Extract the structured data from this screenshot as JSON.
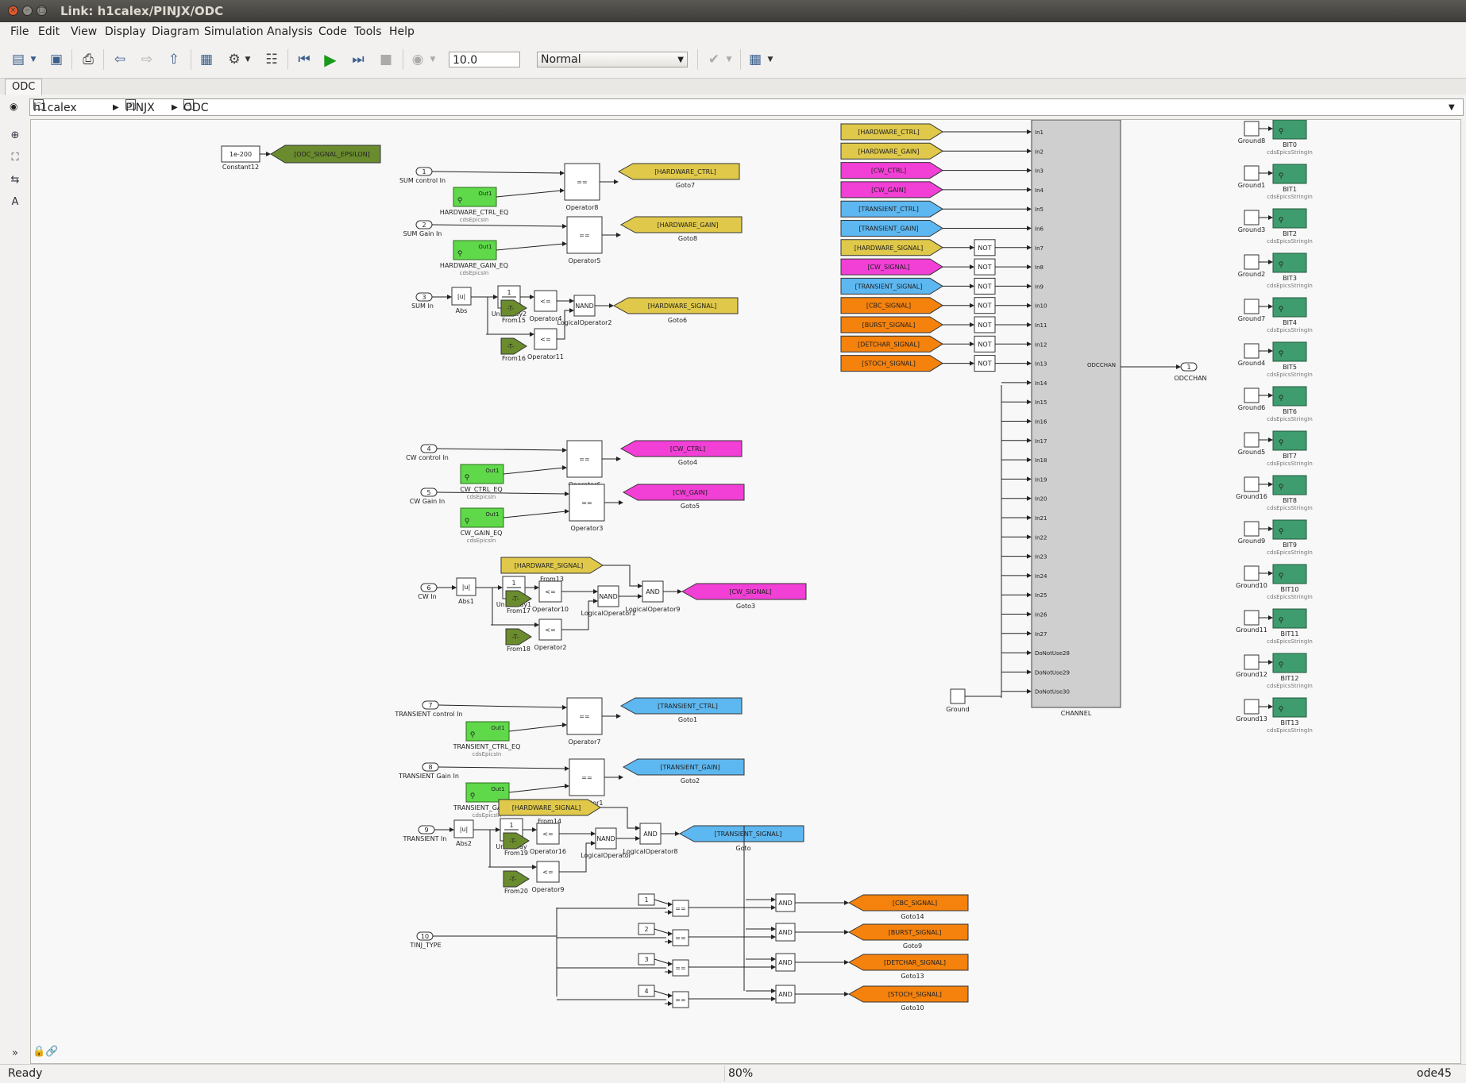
{
  "window": {
    "title": "Link: h1calex/PINJX/ODC"
  },
  "menu": [
    "File",
    "Edit",
    "View",
    "Display",
    "Diagram",
    "Simulation",
    "Analysis",
    "Code",
    "Tools",
    "Help"
  ],
  "toolbar": {
    "stop_time": "10.0",
    "sim_mode": "Normal"
  },
  "tab": {
    "label": "ODC"
  },
  "breadcrumb": [
    "h1calex",
    "PINJX",
    "ODC"
  ],
  "status": {
    "left": "Ready",
    "zoom": "80%",
    "solver": "ode45"
  },
  "colors": {
    "yellow": "#e0c94a",
    "magenta": "#f23fd6",
    "blue": "#5db7f0",
    "orange": "#f5820d",
    "green": "#5fd94a",
    "darkgreen": "#6a8c2e",
    "teal": "#3f9c6e"
  },
  "diagram": {
    "constant": {
      "value": "1e-200",
      "name": "Constant12"
    },
    "goto_eps": "[ODC_SIGNAL_EPSILON]",
    "inports": [
      {
        "num": "1",
        "name": "SUM control In"
      },
      {
        "num": "2",
        "name": "SUM Gain In"
      },
      {
        "num": "3",
        "name": "SUM In"
      },
      {
        "num": "4",
        "name": "CW control In"
      },
      {
        "num": "5",
        "name": "CW Gain In"
      },
      {
        "num": "6",
        "name": "CW In"
      },
      {
        "num": "7",
        "name": "TRANSIENT control In"
      },
      {
        "num": "8",
        "name": "TRANSIENT Gain In"
      },
      {
        "num": "9",
        "name": "TRANSIENT In"
      },
      {
        "num": "10",
        "name": "TINJ_TYPE"
      }
    ],
    "epics_in": [
      {
        "out": "Out1",
        "name": "HARDWARE_CTRL_EQ",
        "lib": "cdsEpicsIn"
      },
      {
        "out": "Out1",
        "name": "HARDWARE_GAIN_EQ",
        "lib": "cdsEpicsIn"
      },
      {
        "out": "Out1",
        "name": "CW_CTRL_EQ",
        "lib": "cdsEpicsIn"
      },
      {
        "out": "Out1",
        "name": "CW_GAIN_EQ",
        "lib": "cdsEpicsIn"
      },
      {
        "out": "Out1",
        "name": "TRANSIENT_CTRL_EQ",
        "lib": "cdsEpicsIn"
      },
      {
        "out": "Out1",
        "name": "TRANSIENT_GAIN_EQ",
        "lib": "cdsEpicsIn"
      }
    ],
    "eq_ops": [
      {
        "sym": "==",
        "name": "Operator8"
      },
      {
        "sym": "==",
        "name": "Operator5"
      },
      {
        "sym": "==",
        "name": "Operator6"
      },
      {
        "sym": "==",
        "name": "Operator3"
      },
      {
        "sym": "==",
        "name": "Operator7"
      },
      {
        "sym": "==",
        "name": "Operator1"
      }
    ],
    "ctrl_gotos": [
      {
        "label": "[HARDWARE_CTRL]",
        "name": "Goto7",
        "color": "yellow"
      },
      {
        "label": "[HARDWARE_GAIN]",
        "name": "Goto8",
        "color": "yellow"
      },
      {
        "label": "[CW_CTRL]",
        "name": "Goto4",
        "color": "magenta"
      },
      {
        "label": "[CW_GAIN]",
        "name": "Goto5",
        "color": "magenta"
      },
      {
        "label": "[TRANSIENT_CTRL]",
        "name": "Goto1",
        "color": "blue"
      },
      {
        "label": "[TRANSIENT_GAIN]",
        "name": "Goto2",
        "color": "blue"
      }
    ],
    "abs": [
      {
        "sym": "|u|",
        "name": "Abs"
      },
      {
        "sym": "|u|",
        "name": "Abs1"
      },
      {
        "sym": "|u|",
        "name": "Abs2"
      }
    ],
    "delays": [
      {
        "num": "1",
        "den": "z",
        "name": "UnitDelay2"
      },
      {
        "num": "1",
        "den": "z",
        "name": "UnitDelay1"
      },
      {
        "num": "1",
        "den": "z",
        "name": "UnitDelay"
      }
    ],
    "froms_t": [
      {
        "label": "-T-",
        "name": "From15"
      },
      {
        "label": "-T-",
        "name": "From16"
      },
      {
        "label": "-T-",
        "name": "From17"
      },
      {
        "label": "-T-",
        "name": "From18"
      },
      {
        "label": "-T-",
        "name": "From19"
      },
      {
        "label": "-T-",
        "name": "From20"
      }
    ],
    "le_ops": [
      {
        "sym": "<=",
        "name": "Operator4"
      },
      {
        "sym": "<=",
        "name": "Operator11"
      },
      {
        "sym": "<=",
        "name": "Operator10"
      },
      {
        "sym": "<=",
        "name": "Operator2"
      },
      {
        "sym": "<=",
        "name": "Operator16"
      },
      {
        "sym": "<=",
        "name": "Operator9"
      }
    ],
    "nands": [
      {
        "sym": "NAND",
        "name": "LogicalOperator2"
      },
      {
        "sym": "NAND",
        "name": "LogicalOperator1"
      },
      {
        "sym": "NAND",
        "name": "LogicalOperator"
      }
    ],
    "from_hw": [
      {
        "label": "[HARDWARE_SIGNAL]",
        "name": "From13"
      },
      {
        "label": "[HARDWARE_SIGNAL]",
        "name": "From14"
      }
    ],
    "ands_sig": [
      {
        "sym": "AND",
        "name": "LogicalOperator9"
      },
      {
        "sym": "AND",
        "name": "LogicalOperator8"
      }
    ],
    "signal_gotos": [
      {
        "label": "[HARDWARE_SIGNAL]",
        "name": "Goto6",
        "color": "yellow"
      },
      {
        "label": "[CW_SIGNAL]",
        "name": "Goto3",
        "color": "magenta"
      },
      {
        "label": "[TRANSIENT_SIGNAL]",
        "name": "Goto",
        "color": "blue"
      }
    ],
    "type_consts": [
      "1",
      "2",
      "3",
      "4"
    ],
    "type_eq": "==",
    "type_and": "AND",
    "type_gotos": [
      {
        "label": "[CBC_SIGNAL]",
        "name": "Goto14"
      },
      {
        "label": "[BURST_SIGNAL]",
        "name": "Goto9"
      },
      {
        "label": "[DETCHAR_SIGNAL]",
        "name": "Goto13"
      },
      {
        "label": "[STOCH_SIGNAL]",
        "name": "Goto10"
      }
    ],
    "channel_froms": [
      {
        "label": "[HARDWARE_CTRL]",
        "color": "yellow"
      },
      {
        "label": "[HARDWARE_GAIN]",
        "color": "yellow"
      },
      {
        "label": "[CW_CTRL]",
        "color": "magenta"
      },
      {
        "label": "[CW_GAIN]",
        "color": "magenta"
      },
      {
        "label": "[TRANSIENT_CTRL]",
        "color": "blue"
      },
      {
        "label": "[TRANSIENT_GAIN]",
        "color": "blue"
      },
      {
        "label": "[HARDWARE_SIGNAL]",
        "color": "yellow"
      },
      {
        "label": "[CW_SIGNAL]",
        "color": "magenta"
      },
      {
        "label": "[TRANSIENT_SIGNAL]",
        "color": "blue"
      },
      {
        "label": "[CBC_SIGNAL]",
        "color": "orange"
      },
      {
        "label": "[BURST_SIGNAL]",
        "color": "orange"
      },
      {
        "label": "[DETCHAR_SIGNAL]",
        "color": "orange"
      },
      {
        "label": "[STOCH_SIGNAL]",
        "color": "orange"
      }
    ],
    "not_label": "NOT",
    "channel": {
      "name": "CHANNEL",
      "output": "ODCCHAN",
      "inputs": [
        "In1",
        "In2",
        "In3",
        "In4",
        "In5",
        "In6",
        "In7",
        "In8",
        "In9",
        "In10",
        "In11",
        "In12",
        "In13",
        "In14",
        "In15",
        "In16",
        "In17",
        "In18",
        "In19",
        "In20",
        "In21",
        "In22",
        "In23",
        "In24",
        "In25",
        "In26",
        "In27",
        "DoNotUse28",
        "DoNotUse29",
        "DoNotUse30"
      ]
    },
    "ground_main": "Ground",
    "outport": {
      "num": "1",
      "name": "ODCCHAN"
    },
    "bits": [
      {
        "ground": "Ground8",
        "bit": "BIT0"
      },
      {
        "ground": "Ground1",
        "bit": "BIT1"
      },
      {
        "ground": "Ground3",
        "bit": "BIT2"
      },
      {
        "ground": "Ground2",
        "bit": "BIT3"
      },
      {
        "ground": "Ground7",
        "bit": "BIT4"
      },
      {
        "ground": "Ground4",
        "bit": "BIT5"
      },
      {
        "ground": "Ground6",
        "bit": "BIT6"
      },
      {
        "ground": "Ground5",
        "bit": "BIT7"
      },
      {
        "ground": "Ground16",
        "bit": "BIT8"
      },
      {
        "ground": "Ground9",
        "bit": "BIT9"
      },
      {
        "ground": "Ground10",
        "bit": "BIT10"
      },
      {
        "ground": "Ground11",
        "bit": "BIT11"
      },
      {
        "ground": "Ground12",
        "bit": "BIT12"
      },
      {
        "ground": "Ground13",
        "bit": "BIT13"
      }
    ],
    "bit_lib": "cdsEpicsStringIn"
  }
}
